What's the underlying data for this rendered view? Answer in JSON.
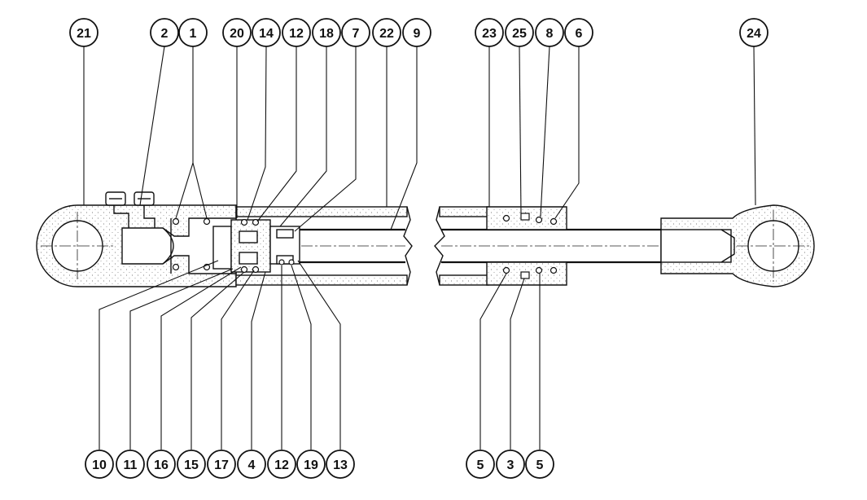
{
  "callouts_top": [
    "21",
    "2",
    "1",
    "20",
    "14",
    "12",
    "18",
    "7",
    "22",
    "9",
    "23",
    "25",
    "8",
    "6",
    "24"
  ],
  "callouts_bottom": [
    "10",
    "11",
    "16",
    "15",
    "17",
    "4",
    "12",
    "19",
    "13",
    "5",
    "3",
    "5"
  ],
  "colors": {
    "ink": "#111111",
    "paper": "#ffffff"
  }
}
